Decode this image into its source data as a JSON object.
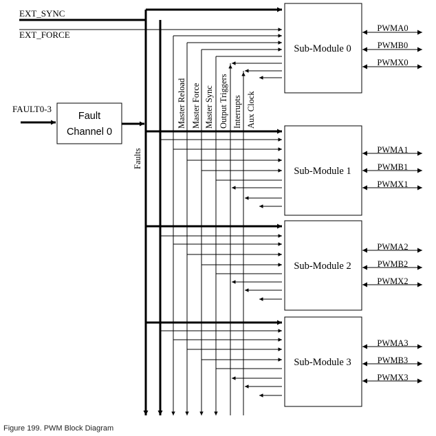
{
  "inputs": {
    "ext_sync": "EXT_SYNC",
    "ext_force": "EXT_FORCE",
    "fault_in": "FAULT0-3"
  },
  "fault_block": {
    "line1": "Fault",
    "line2": "Channel 0"
  },
  "faults_bus_label": "Faults",
  "bus_signals": [
    "Master Reload",
    "Master Force",
    "Master Sync",
    "Output Triggers",
    "Interrupts",
    "Aux Clock"
  ],
  "submodules": [
    {
      "label": "Sub-Module 0",
      "outputs": [
        "PWMA0",
        "PWMB0",
        "PWMX0"
      ]
    },
    {
      "label": "Sub-Module 1",
      "outputs": [
        "PWMA1",
        "PWMB1",
        "PWMX1"
      ]
    },
    {
      "label": "Sub-Module 2",
      "outputs": [
        "PWMA2",
        "PWMB2",
        "PWMX2"
      ]
    },
    {
      "label": "Sub-Module 3",
      "outputs": [
        "PWMA3",
        "PWMB3",
        "PWMX3"
      ]
    }
  ],
  "caption": "Figure 199.  PWM Block Diagram"
}
